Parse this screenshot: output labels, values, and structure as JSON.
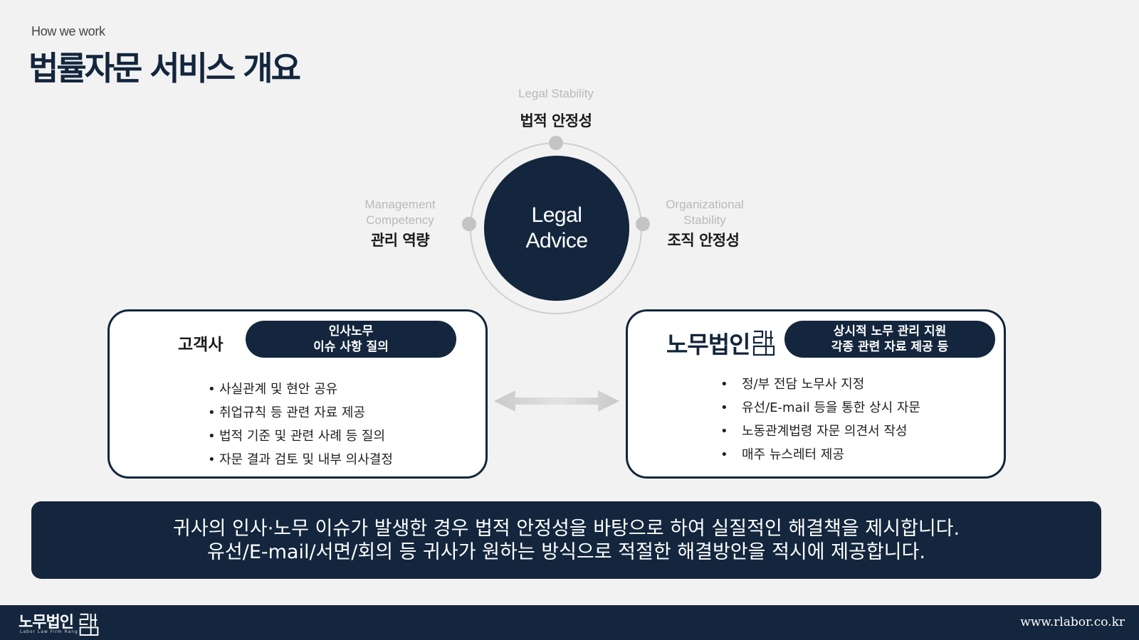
{
  "header": {
    "eyebrow": "How we work",
    "title": "법률자문 서비스 개요"
  },
  "diagram": {
    "center_line1": "Legal",
    "center_line2": "Advice",
    "top": {
      "en": "Legal Stability",
      "ko": "법적 안정성"
    },
    "left": {
      "en_line1": "Management",
      "en_line2": "Competency",
      "ko": "관리 역량"
    },
    "right": {
      "en_line1": "Organizational",
      "en_line2": "Stability",
      "ko": "조직 안정성"
    }
  },
  "client_card": {
    "label": "고객사",
    "pill_line1": "인사노무",
    "pill_line2": "이슈 사항 질의",
    "bullets": [
      "사실관계 및 현안 공유",
      "취업규칙 등 관련 자료 제공",
      "법적 기준 및 관련 사례 등 질의",
      "자문 결과 검토 및 내부 의사결정"
    ]
  },
  "firm_card": {
    "logo_text": "노무법인",
    "pill_line1": "상시적 노무 관리 지원",
    "pill_line2": "각종 관련 자료 제공 등",
    "bullets": [
      "정/부 전담 노무사 지정",
      "유선/E-mail 등을 통한 상시 자문",
      "노동관계법령 자문 의견서 작성",
      "매주 뉴스레터 제공"
    ]
  },
  "banner": {
    "line1": "귀사의 인사·노무 이슈가 발생한 경우 법적 안정성을 바탕으로 하여 실질적인 해결책을 제시합니다.",
    "line2": "유선/E-mail/서면/회의 등 귀사가 원하는 방식으로 적절한 해결방안을 적시에 제공합니다."
  },
  "footer": {
    "logo_text": "노무법인",
    "logo_sub": "Labor Law Firm Rang",
    "url": "www.rlabor.co.kr"
  },
  "colors": {
    "navy": "#13263d",
    "background": "#f2f2f2",
    "ring": "#cfcfcf",
    "dot": "#c4c4c4",
    "caption_en": "#b9b9b9"
  }
}
